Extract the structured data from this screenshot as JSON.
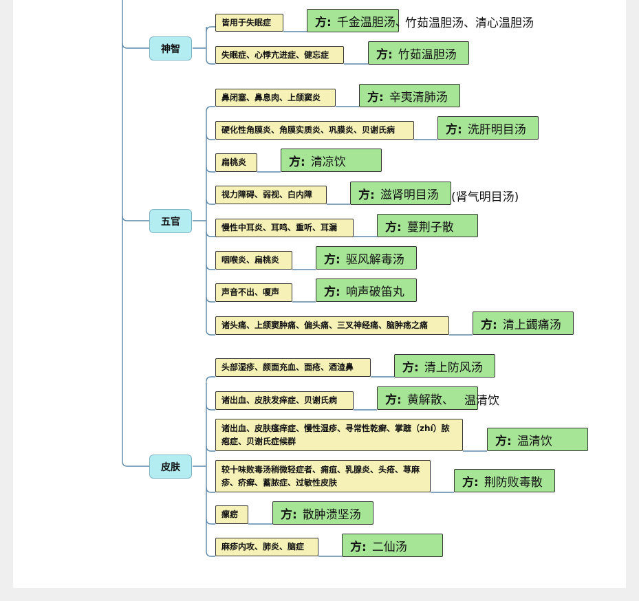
{
  "groups": [
    {
      "category": "神智",
      "items": [
        {
          "symptom": "皆用于失眠症",
          "rx_label": "方:",
          "rx": "千金温胆汤、",
          "extra": "竹茹温胆汤、清心温胆汤"
        },
        {
          "symptom": "失眠症、心悸亢进症、健忘症",
          "rx_label": "方:",
          "rx": "竹茹温胆汤",
          "extra": ""
        }
      ]
    },
    {
      "category": "五官",
      "items": [
        {
          "symptom": "鼻闭塞、鼻息肉、上颌窦炎",
          "rx_label": "方:",
          "rx": "辛夷清肺汤",
          "extra": ""
        },
        {
          "symptom": "硬化性角膜炎、角膜实质炎、巩膜炎、贝谢氏病",
          "rx_label": "方:",
          "rx": "洗肝明目汤",
          "extra": ""
        },
        {
          "symptom": "扁桃炎",
          "rx_label": "方:",
          "rx": "清凉饮",
          "extra": ""
        },
        {
          "symptom": "视力障碍、弱视、白内障",
          "rx_label": "方:",
          "rx": "滋肾明目汤",
          "extra": "(肾气明目汤)"
        },
        {
          "symptom": "慢性中耳炎、耳鸣、重听、耳漏",
          "rx_label": "方:",
          "rx": "蔓荆子散",
          "extra": ""
        },
        {
          "symptom": "咽喉炎、扁桃炎",
          "rx_label": "方:",
          "rx": "驱风解毒汤",
          "extra": ""
        },
        {
          "symptom": "声音不出、嗄声",
          "rx_label": "方:",
          "rx": "响声破笛丸",
          "extra": ""
        },
        {
          "symptom": "诸头痛、上颌窦肿痛、偏头痛、三叉神经痛、脑肿疡之痛",
          "rx_label": "方:",
          "rx": "清上蠲痛汤",
          "extra": ""
        }
      ]
    },
    {
      "category": "皮肤",
      "items": [
        {
          "symptom": "头部湿疹、颜面充血、面疮、酒渣鼻",
          "rx_label": "方:",
          "rx": "清上防风汤",
          "extra": ""
        },
        {
          "symptom": "诸出血、皮肤发痒症、贝谢氏病",
          "rx_label": "方:",
          "rx": "黄解散、",
          "extra": "温清饮"
        },
        {
          "symptom": "诸出血、皮肤瘙痒症、慢性湿疹、寻常性乾癣、掌蹠（zhí）脓疱症、贝谢氏症候群",
          "rx_label": "方:",
          "rx": "温清饮",
          "extra": ""
        },
        {
          "symptom": "较十味败毒汤稍微轻症者、痈疽、乳腺炎、头疮、荨麻疹、疥癣、蓄脓症、过敏性皮肤",
          "rx_label": "方:",
          "rx": "荆防败毒散",
          "extra": ""
        },
        {
          "symptom": "瘰疬",
          "rx_label": "方:",
          "rx": "散肿溃坚汤",
          "extra": ""
        },
        {
          "symptom": "麻疹内攻、肺炎、脑症",
          "rx_label": "方:",
          "rx": "二仙汤",
          "extra": ""
        }
      ]
    }
  ],
  "colors": {
    "category_fill": "#b3ecf1",
    "symptom_fill": "#f6f2b7",
    "prescription_fill": "#a6e596",
    "connector": "#5a86a8"
  }
}
